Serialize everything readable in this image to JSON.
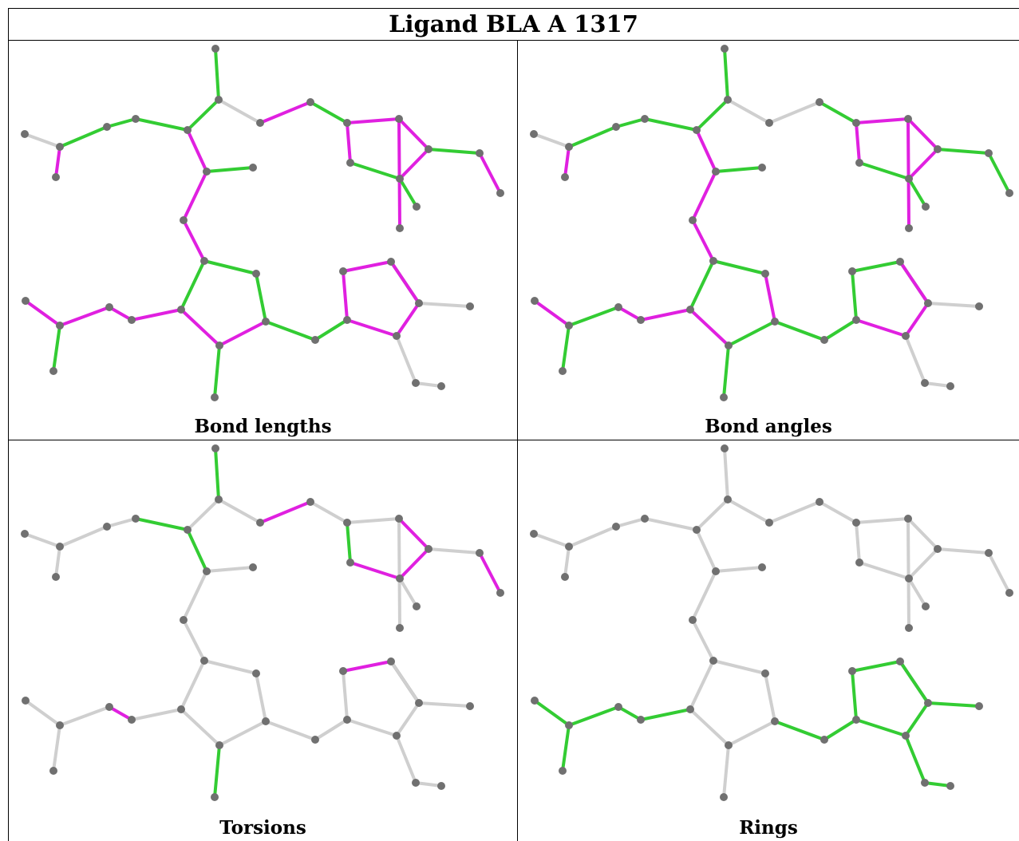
{
  "title": "Ligand BLA A 1317",
  "colors": {
    "magenta": "#e020e0",
    "green": "#33cc33",
    "dark_green": "#1f7a1f",
    "gray_bond": "#cfcfcf",
    "dark_bond": "#555555",
    "atom": "#707070"
  },
  "panels": [
    {
      "caption": "Bond lengths",
      "bond_colors": [
        "green",
        "green",
        "gray",
        "magenta",
        "green",
        "green",
        "green",
        "gray",
        "magenta",
        "magenta",
        "green",
        "magenta",
        "green",
        "magenta",
        "magenta",
        "green",
        "magenta",
        "magenta",
        "magenta",
        "green",
        "magenta",
        "green",
        "magenta",
        "green",
        "green",
        "magenta",
        "magenta",
        "green",
        "green",
        "magenta",
        "magenta",
        "magenta",
        "magenta",
        "green",
        "green",
        "green",
        "magenta",
        "magenta",
        "dark",
        "gray",
        "gray",
        "gray"
      ]
    },
    {
      "caption": "Bond angles",
      "bond_colors": [
        "green",
        "green",
        "gray",
        "gray",
        "green",
        "green",
        "green",
        "gray",
        "magenta",
        "magenta",
        "green",
        "magenta",
        "green",
        "magenta",
        "magenta",
        "green",
        "green",
        "magenta",
        "magenta",
        "green",
        "magenta",
        "green",
        "magenta",
        "green",
        "magenta",
        "green",
        "magenta",
        "green",
        "green",
        "magenta",
        "magenta",
        "green",
        "magenta",
        "green",
        "green",
        "green",
        "green",
        "green",
        "dark",
        "gray",
        "gray",
        "gray"
      ]
    },
    {
      "caption": "Torsions",
      "bond_colors": [
        "green",
        "gray",
        "gray",
        "magenta",
        "green",
        "gray",
        "gray",
        "gray",
        "gray",
        "green",
        "gray",
        "gray",
        "gray",
        "gray",
        "magenta",
        "gray",
        "magenta",
        "magenta",
        "gray",
        "magenta",
        "green",
        "gray",
        "gray",
        "gray",
        "gray",
        "gray",
        "gray",
        "gray",
        "green",
        "gray",
        "magenta",
        "gray",
        "gray",
        "gray",
        "gray",
        "gray",
        "gray",
        "magenta",
        "dark",
        "gray",
        "gray",
        "gray"
      ]
    },
    {
      "caption": "Rings",
      "bond_colors": [
        "gray",
        "gray",
        "gray",
        "gray",
        "gray",
        "gray",
        "gray",
        "gray",
        "gray",
        "gray",
        "gray",
        "gray",
        "gray",
        "gray",
        "gray",
        "gray",
        "gray",
        "gray",
        "gray",
        "gray",
        "gray",
        "gray",
        "gray",
        "gray",
        "gray",
        "gray",
        "gray",
        "gray",
        "gray",
        "green",
        "green",
        "green",
        "green",
        "green",
        "green",
        "green",
        "green",
        "green",
        "dark",
        "green",
        "green",
        "green"
      ]
    }
  ]
}
